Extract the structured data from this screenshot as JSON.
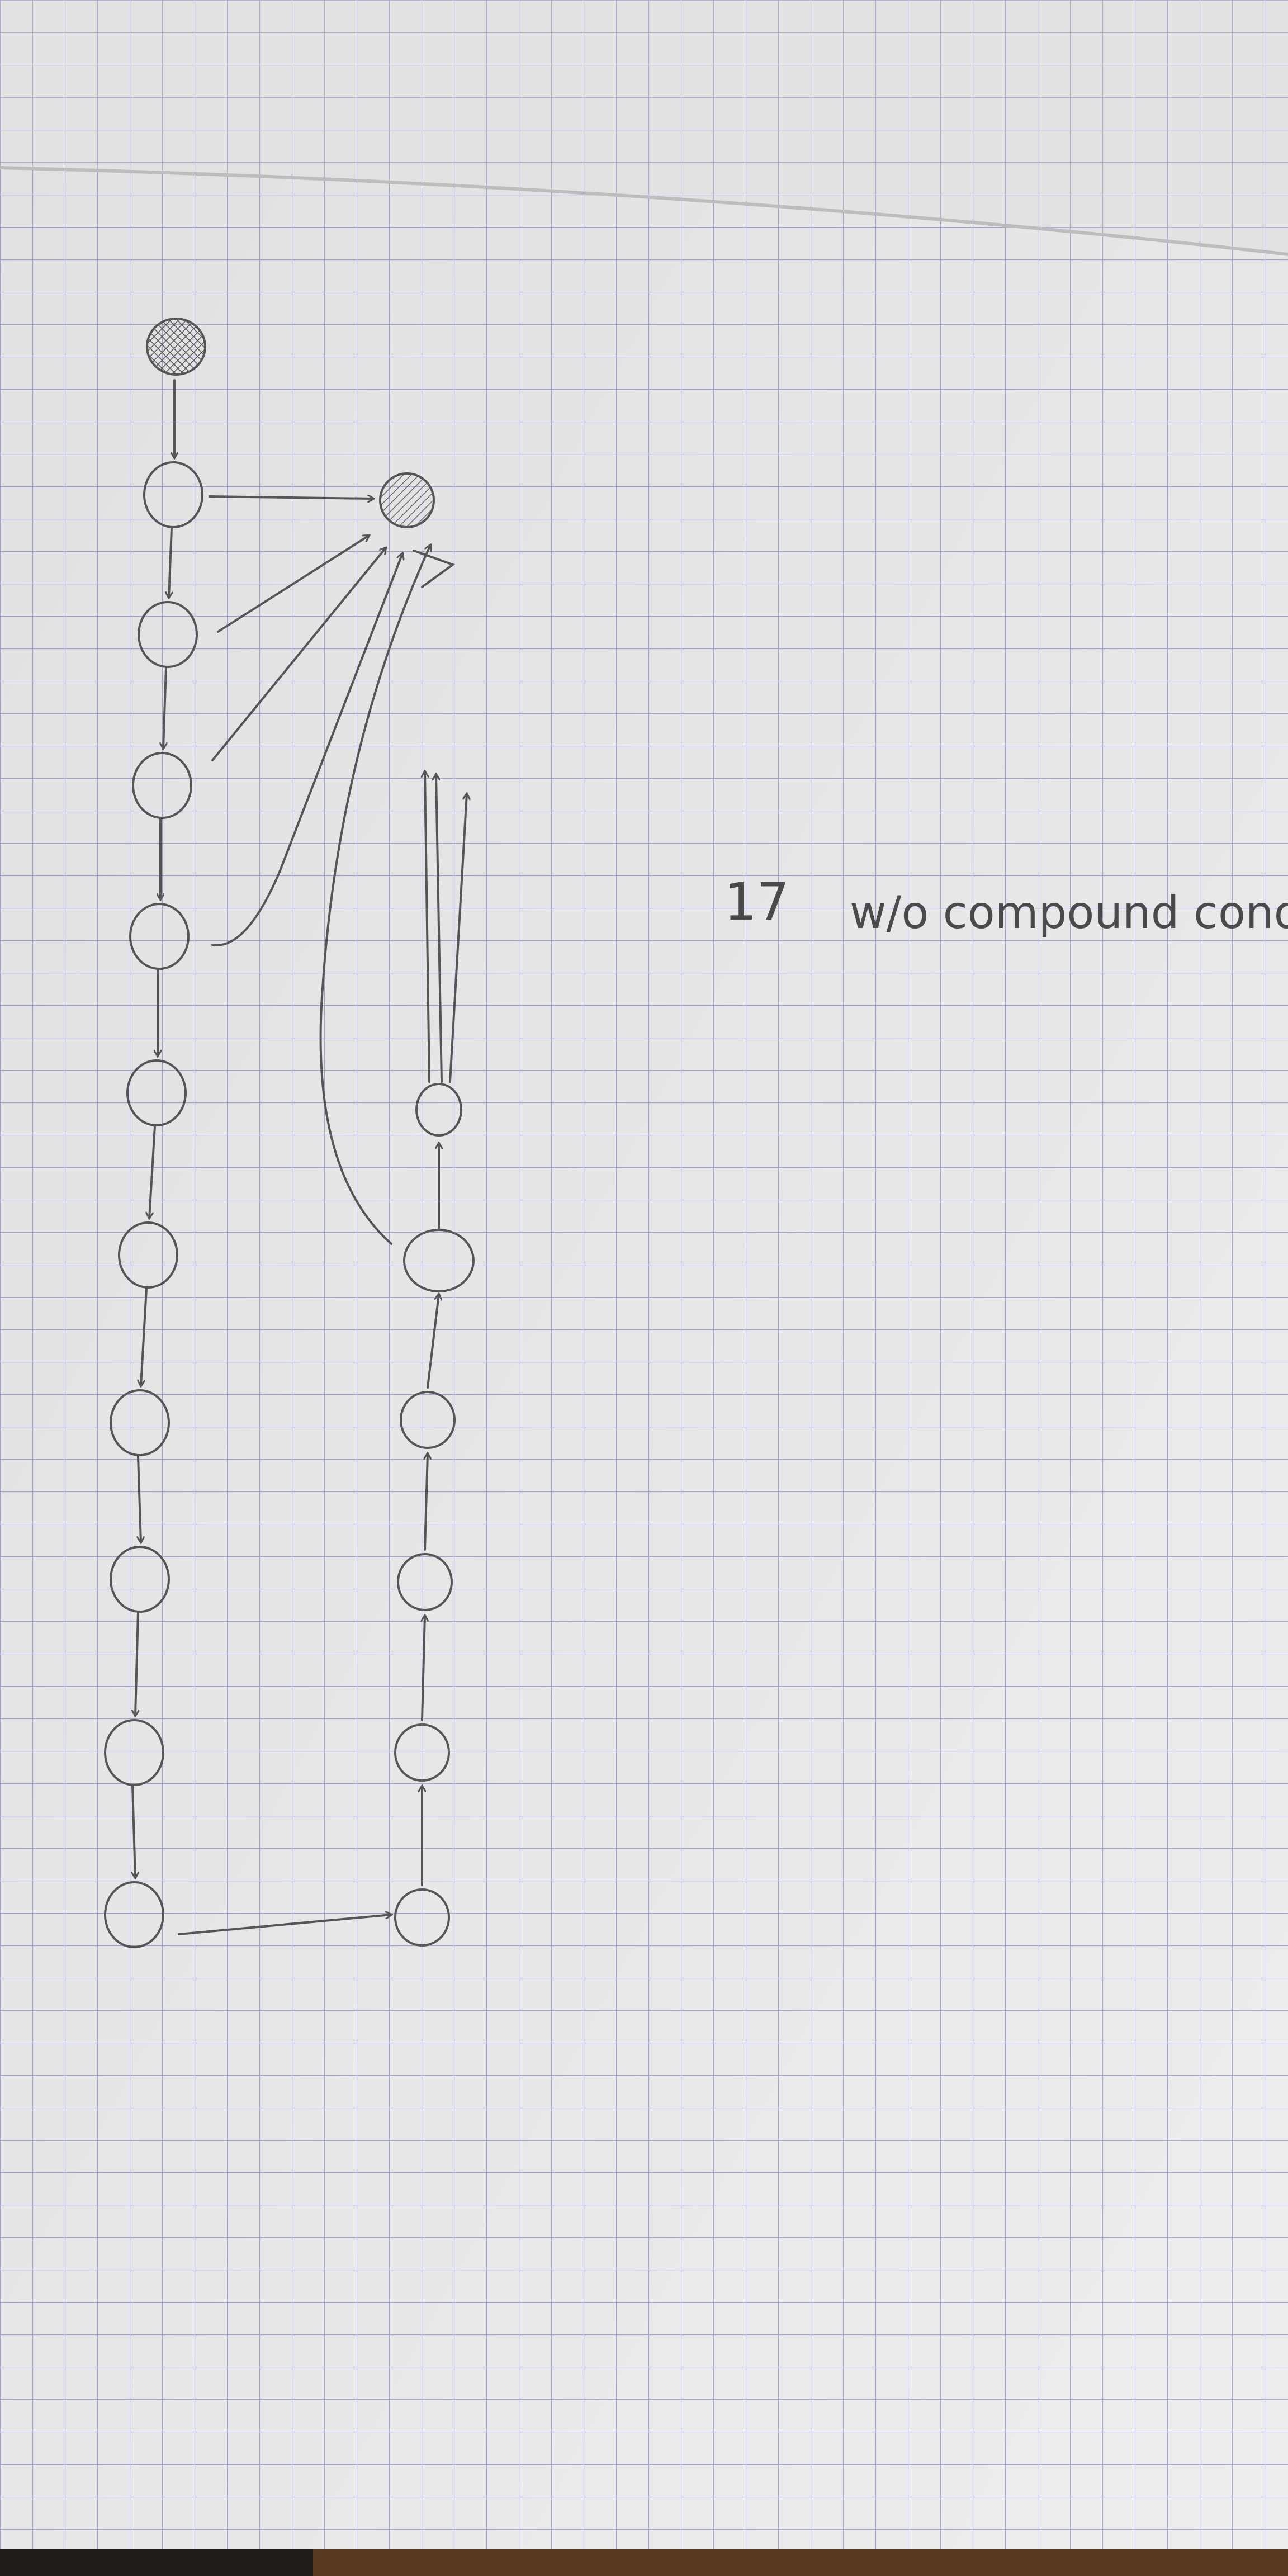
{
  "sketch": {
    "annotation_number": "17",
    "annotation_text": "w/o compound cond.",
    "colors": {
      "paper": "#ededed",
      "grid": "#8f95b8",
      "ink": "#555555",
      "table": "#5a3a22"
    },
    "left_column_node_count": 11,
    "right_column_node_count": 6,
    "start_node_fill": "cross-hatched",
    "end_node_fill": "hatched"
  }
}
